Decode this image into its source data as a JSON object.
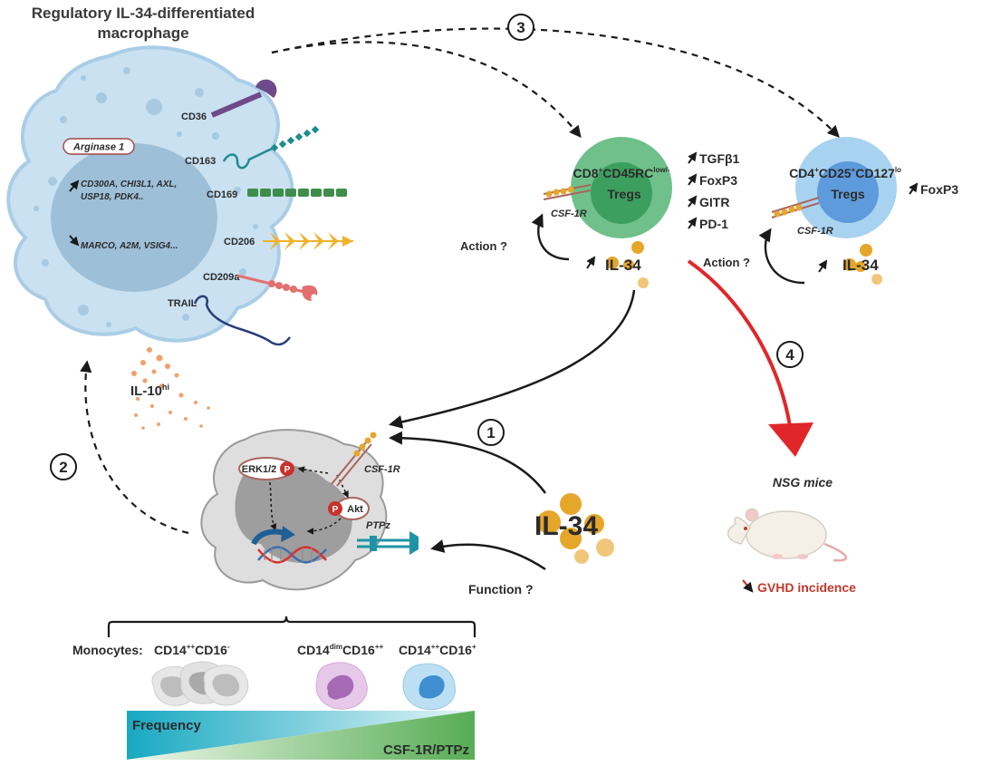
{
  "title_line1": "Regulatory IL-34-differentiated",
  "title_line2": "macrophage",
  "macrophage": {
    "arginase": "Arginase 1",
    "genes_up_line1": "CD300A, CHI3L1, AXL,",
    "genes_up_line2": "USP18, PDK4..",
    "genes_down": "MARCO, A2M, VSIG4...",
    "receptors": [
      "CD36",
      "CD163",
      "CD169",
      "CD206",
      "CD209a",
      "TRAIL"
    ],
    "il10": "IL-10",
    "il10_sup": "hi"
  },
  "cd8_treg": {
    "label_cd8": "CD8",
    "label_cd8_sup": "+",
    "label_cd45": "CD45RC",
    "label_cd45_sup": "low/-",
    "label_tregs": "Tregs",
    "receptor": "CSF-1R",
    "markers": [
      "TGFβ1",
      "FoxP3",
      "GITR",
      "PD-1"
    ],
    "action": "Action ?",
    "ligand": "IL-34"
  },
  "cd4_treg": {
    "label_cd4": "CD4",
    "label_cd4_sup": "+",
    "label_cd25": "CD25",
    "label_cd25_sup": "+",
    "label_cd127": "CD127",
    "label_cd127_sup": "lo",
    "label_tregs": "Tregs",
    "receptor": "CSF-1R",
    "marker": "FoxP3",
    "action": "Action ?",
    "ligand": "IL-34"
  },
  "monocyte": {
    "erk": "ERK1/2",
    "akt": "Akt",
    "p": "P",
    "receptor": "CSF-1R",
    "ptpz": "PTPz",
    "ligand": "IL-34",
    "function": "Function ?"
  },
  "steps": [
    "1",
    "2",
    "3",
    "4"
  ],
  "mice": {
    "label": "NSG mice",
    "outcome": "GVHD incidence"
  },
  "subsets": {
    "prefix": "Monocytes:",
    "classical": "CD14",
    "classical_sup1": "++",
    "classical_cd16": "CD16",
    "classical_sup2": "-",
    "nonclassical": "CD14",
    "nonclassical_sup1": "dim",
    "nonclassical_cd16": "CD16",
    "nonclassical_sup2": "++",
    "intermediate": "CD14",
    "intermediate_sup1": "++",
    "intermediate_cd16": "CD16",
    "intermediate_sup2": "+"
  },
  "gradient": {
    "frequency": "Frequency",
    "csf1r": "CSF-1R/PTPz"
  },
  "colors": {
    "macrophage": "#c6deef",
    "nucleus": "#9fbfd7",
    "treg_cd8": "#6cc08a",
    "treg_cd4": "#8ec6ec",
    "il34": "#e5a62a",
    "red_arrow": "#e1262a",
    "monocyte": "#d9d9d9",
    "freq": "#1fb3c9",
    "csf1r": "#5fb15a"
  }
}
